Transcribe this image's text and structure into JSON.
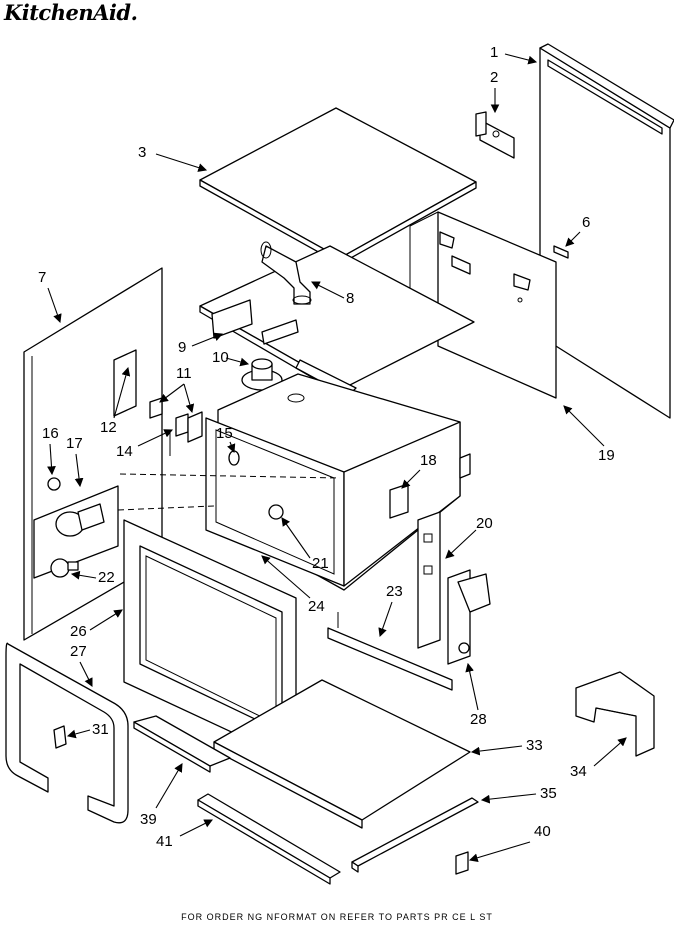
{
  "brand": "KitchenAid.",
  "footer": "FOR ORDER NG NFORMAT ON REFER TO PARTS PR CE L ST",
  "callouts": [
    "1",
    "2",
    "3",
    "6",
    "7",
    "8",
    "9",
    "10",
    "11",
    "12",
    "14",
    "15",
    "16",
    "17",
    "18",
    "19",
    "20",
    "21",
    "22",
    "23",
    "24",
    "26",
    "27",
    "28",
    "31",
    "33",
    "34",
    "35",
    "39",
    "40",
    "41"
  ]
}
